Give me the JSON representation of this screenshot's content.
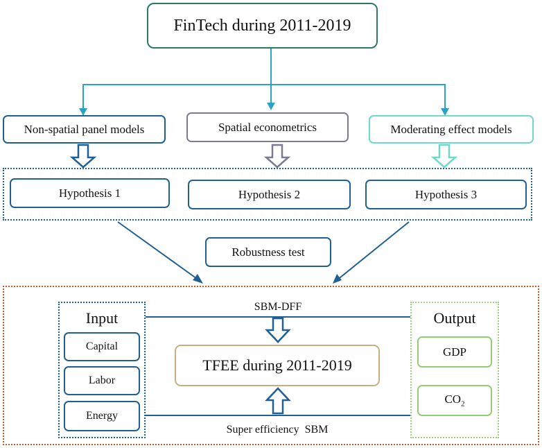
{
  "top": {
    "title": "FinTech during 2011-2019"
  },
  "models": {
    "left": "Non-spatial panel models",
    "middle": "Spatial econometrics",
    "right": "Moderating effect models"
  },
  "hypotheses": {
    "h1": "Hypothesis 1",
    "h2": "Hypothesis 2",
    "h3": "Hypothesis 3"
  },
  "robustness": "Robustness test",
  "efficiency": {
    "input_title": "Input",
    "inputs": [
      "Capital",
      "Labor",
      "Energy"
    ],
    "output_title": "Output",
    "output_gdp": "GDP",
    "output_co2_main": "CO",
    "output_co2_sub": "2",
    "sbm_dff": "SBM-DFF",
    "tfee": "TFEE during 2011-2019",
    "super": "Super efficiency  SBM"
  },
  "colors": {
    "top_border": "#2a7a63",
    "teal_arrow": "#2aa3c4",
    "dark_blue": "#1f5f94",
    "spatial_border": "#7a7a92",
    "moderating_border": "#6ed9c7",
    "tfee_border": "#c9ac82",
    "outer_dotted": "#c85a2a",
    "output_dotted": "#9fd07a",
    "output_box": "#93cc73"
  }
}
